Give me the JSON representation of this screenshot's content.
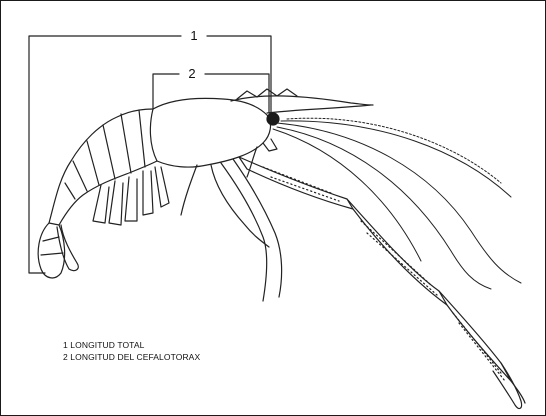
{
  "callouts": [
    {
      "number": "1"
    },
    {
      "number": "2"
    }
  ],
  "legend": [
    {
      "number": "1",
      "label": "LONGITUD TOTAL"
    },
    {
      "number": "2",
      "label": "LONGITUD DEL CEFALOTORAX"
    }
  ]
}
